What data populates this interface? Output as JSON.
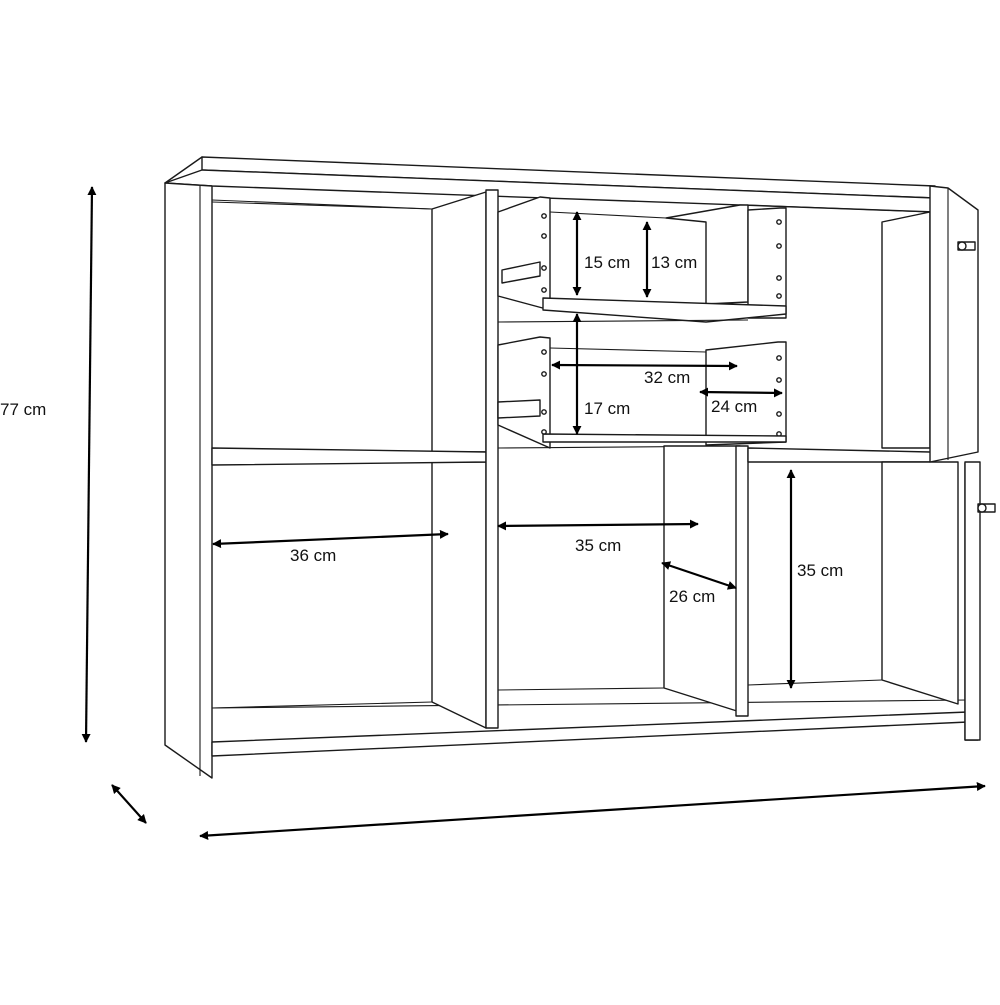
{
  "labels": {
    "height_total": "77 cm",
    "drawer_inner_height_outer": "15 cm",
    "drawer_inner_height_inner": "13 cm",
    "drawer_width": "32 cm",
    "drawer_depth": "24 cm",
    "drawer_lower_height": "17 cm",
    "left_compartment_width": "36 cm",
    "center_compartment_width": "35 cm",
    "center_compartment_depth": "26 cm",
    "right_compartment_height": "35 cm"
  },
  "colors": {
    "line": "#1a1a1a",
    "arrow": "#000000",
    "background": "#ffffff"
  }
}
